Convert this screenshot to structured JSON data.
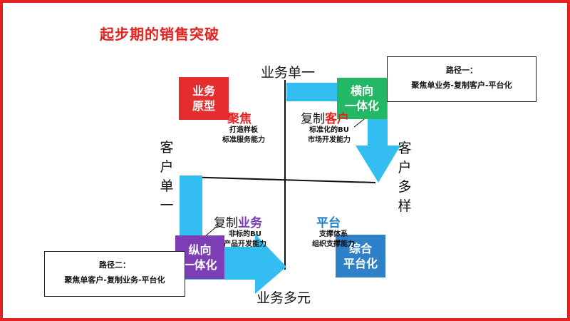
{
  "title": "起步期的销售突破",
  "axes": {
    "top": "业务单一",
    "bottom": "业务多元",
    "left": [
      "客",
      "户",
      "单",
      "一"
    ],
    "right": [
      "客",
      "户",
      "多",
      "样"
    ]
  },
  "boxes": {
    "business_prototype": "业务\n原型",
    "horizontal": "横向\n一体化",
    "vertical": "纵向\n一体化",
    "integrated": "综合\n平台化"
  },
  "quadrants": {
    "focus": {
      "title": "聚焦",
      "lines": [
        "打造样板",
        "标准服务能力"
      ]
    },
    "copy_customer": {
      "title_a": "复制",
      "title_b": "客户",
      "lines": [
        "标准化的BU",
        "市场开发能力"
      ]
    },
    "copy_business": {
      "title_a": "复制",
      "title_b": "业务",
      "lines": [
        "非标的BU",
        "产品开发能力"
      ]
    },
    "platform": {
      "title": "平台",
      "lines": [
        "支撑体系",
        "组织支撑能力"
      ]
    }
  },
  "callouts": {
    "path1": {
      "label": "路径一：",
      "text": "聚焦单业务-复制客户-平台化"
    },
    "path2": {
      "label": "路径二：",
      "text": "聚焦单客户-复制业务-平台化"
    }
  },
  "colors": {
    "border": "#e52222",
    "title": "#e52222",
    "arrow": "#33bdf0",
    "business_prototype": "#e52d2d",
    "horizontal": "#23b866",
    "vertical": "#7d3eb5",
    "integrated": "#2e80c8",
    "focus_title": "#e52222",
    "copy_customer_title": "#e52222",
    "copy_business_title": "#7d3eb5",
    "platform_title": "#1f7fc8"
  }
}
